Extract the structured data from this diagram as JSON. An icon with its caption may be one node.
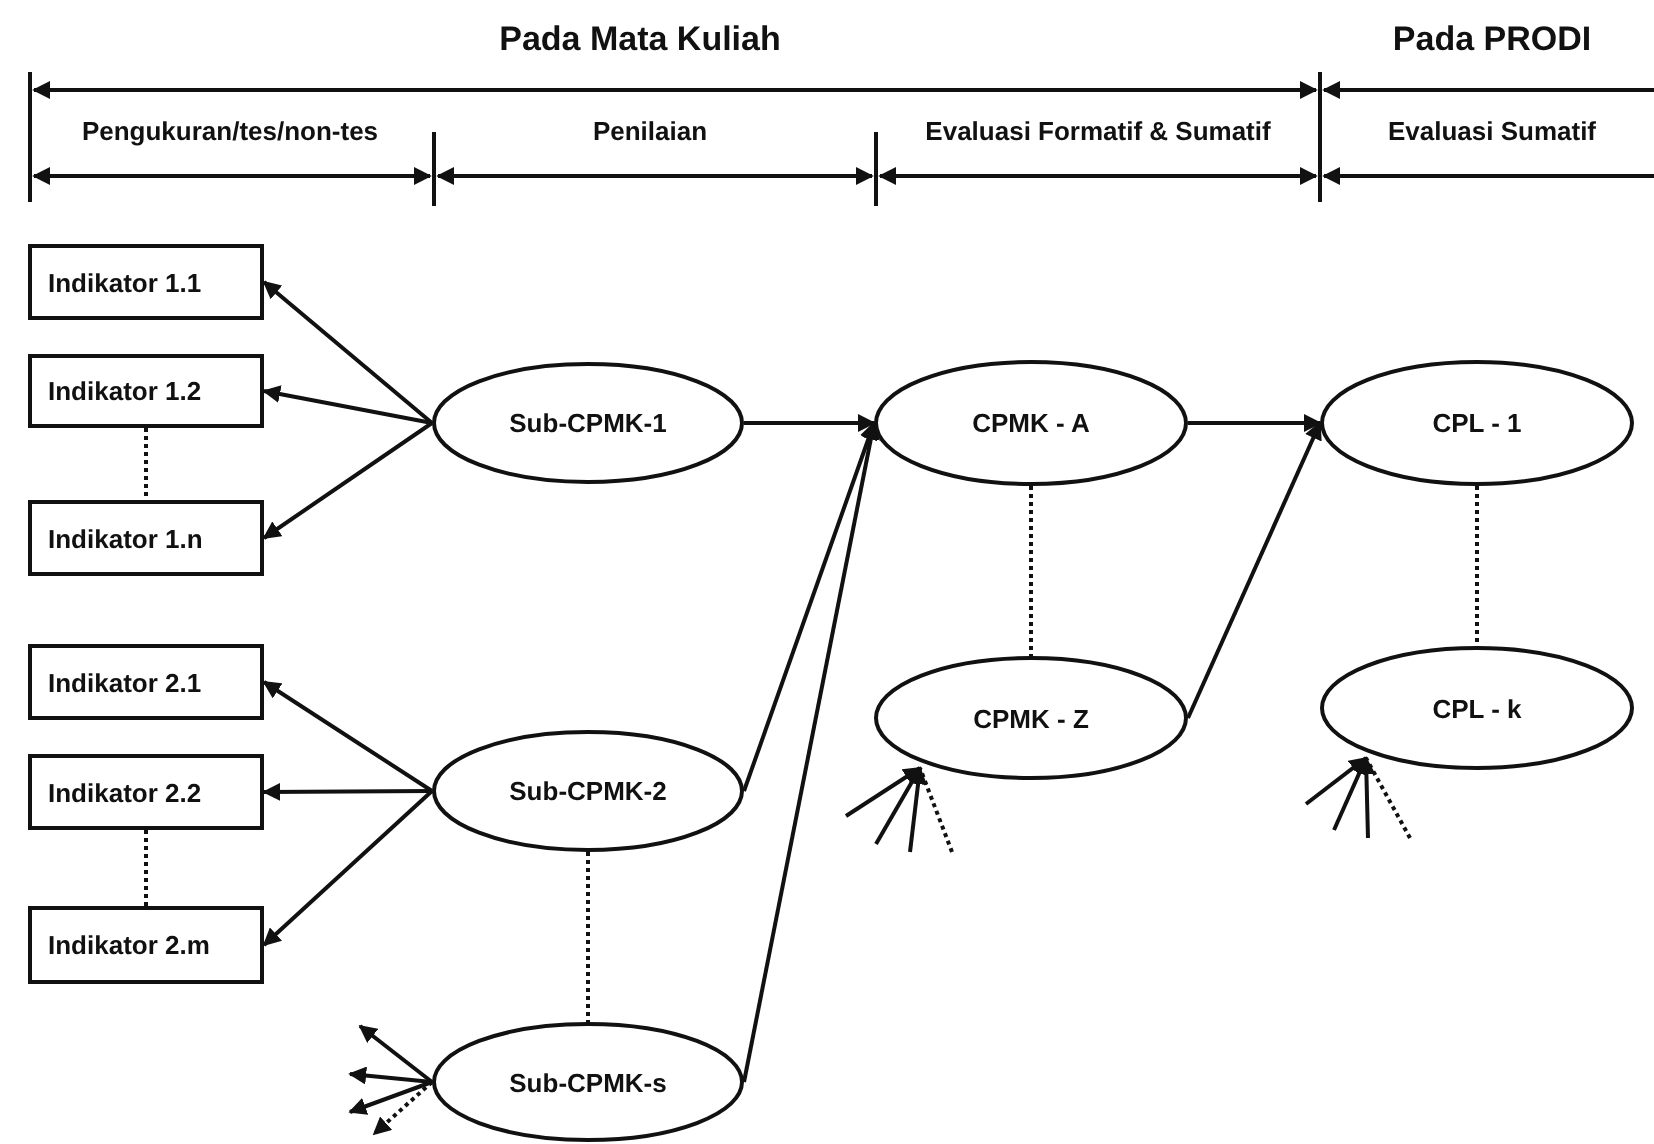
{
  "diagram": {
    "nodes": [
      {
        "text": [
          "Indikator 1.1"
        ]
      },
      {
        "text": [
          "Indikator 1.2"
        ]
      },
      {
        "text": [
          "Indikator 1.n"
        ]
      },
      {
        "text": [
          "Indikator 2.1"
        ]
      },
      {
        "text": [
          "Indikator 2.2"
        ]
      },
      {
        "text": [
          "Indikator 2.m"
        ]
      },
      {
        "text": [
          "Sub-CPMK-1"
        ]
      },
      {
        "text": [
          "Sub-CPMK-2"
        ]
      },
      {
        "text": [
          "Sub-CPMK-s"
        ]
      },
      {
        "text": [
          "CPMK - A"
        ]
      },
      {
        "text": [
          "CPMK - Z"
        ]
      },
      {
        "text": [
          "CPL - 1"
        ]
      },
      {
        "text": [
          "CPL - k"
        ]
      }
    ],
    "edges": [
      {
        "from": 6,
        "to": 0,
        "arrow": "to"
      },
      {
        "from": 6,
        "to": 1,
        "arrow": "to"
      },
      {
        "from": 6,
        "to": 2,
        "arrow": "to"
      },
      {
        "from": 1,
        "to": 2,
        "arrow": "none",
        "style": "dashed"
      },
      {
        "from": 7,
        "to": 3,
        "arrow": "to"
      },
      {
        "from": 7,
        "to": 4,
        "arrow": "to"
      },
      {
        "from": 7,
        "to": 5,
        "arrow": "to"
      },
      {
        "from": 4,
        "to": 5,
        "arrow": "none",
        "style": "dashed"
      },
      {
        "from": 7,
        "to": 8,
        "arrow": "none",
        "style": "dashed"
      },
      {
        "from": 6,
        "to": 9,
        "arrow": "to"
      },
      {
        "from": 7,
        "to": 9,
        "arrow": "to"
      },
      {
        "from": 8,
        "to": 9,
        "arrow": "to"
      },
      {
        "from": 9,
        "to": 11,
        "arrow": "to"
      },
      {
        "from": 10,
        "to": 11,
        "arrow": "to"
      },
      {
        "from": 9,
        "to": 10,
        "arrow": "none",
        "style": "dashed"
      },
      {
        "from": 11,
        "to": 12,
        "arrow": "none",
        "style": "dashed"
      },
      {
        "from": 8,
        "to": null,
        "arrow": "to"
      },
      {
        "from": 8,
        "to": null,
        "arrow": "to"
      },
      {
        "from": 8,
        "to": null,
        "arrow": "to"
      },
      {
        "from": 8,
        "to": null,
        "arrow": "to",
        "style": "dashed"
      },
      {
        "from": null,
        "to": 10,
        "arrow": "to"
      },
      {
        "from": null,
        "to": 10,
        "arrow": "to"
      },
      {
        "from": null,
        "to": 10,
        "arrow": "to"
      },
      {
        "from": null,
        "to": 10,
        "arrow": "none",
        "style": "dashed"
      },
      {
        "from": null,
        "to": 12,
        "arrow": "to"
      },
      {
        "from": null,
        "to": 12,
        "arrow": "to"
      },
      {
        "from": null,
        "to": 12,
        "arrow": "to"
      },
      {
        "from": null,
        "to": 12,
        "arrow": "none",
        "style": "dashed"
      }
    ],
    "labels": [
      "Pada Mata Kuliah",
      "Pada PRODI",
      "Pengukuran/tes/non-tes",
      "Penilaian",
      "Evaluasi Formatif & Sumatif",
      "Evaluasi Sumatif"
    ]
  }
}
